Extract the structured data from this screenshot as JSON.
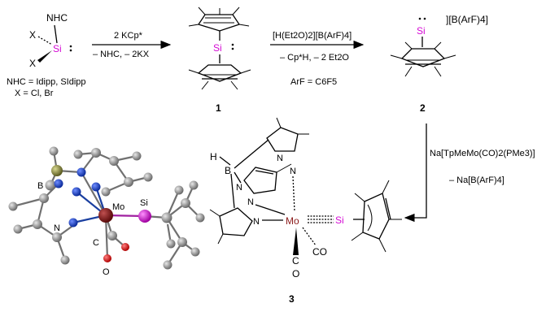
{
  "reactant": {
    "nhc": "NHC",
    "x_top": "X",
    "x_bottom": "X",
    "si": "Si",
    "legend_line1": "NHC = Idipp, SIdipp",
    "legend_line2": "X = Cl, Br"
  },
  "step1": {
    "reagent": "2 KCp*",
    "byproduct": "– NHC, – 2KX"
  },
  "compound1": {
    "si": "Si",
    "number": "1"
  },
  "step2": {
    "reagent": "[H(Et2O)2][B(ArF)4]",
    "byproduct": "– Cp*H, – 2 Et2O",
    "note": "ArF = C6F5"
  },
  "compound2": {
    "si": "Si",
    "counterion": "][B(ArF)4]",
    "number": "2"
  },
  "step3": {
    "reagent": "Na[TpMeMo(CO)2(PMe3)]",
    "byproduct": "– Na[B(ArF)4]"
  },
  "compound3": {
    "h": "H",
    "b": "B",
    "mo": "Mo",
    "si": "Si",
    "co_left_c": "C",
    "co_left_o": "O",
    "co_right": "CO",
    "number": "3"
  },
  "xray": {
    "b": "B",
    "n": "N",
    "mo": "Mo",
    "si": "Si",
    "c": "C",
    "o": "O"
  },
  "colors": {
    "si": "#d40ad4",
    "mo": "#8b1a1a",
    "n_atom": "#1a3fa0",
    "o_atom": "#e00000",
    "c_atom": "#8a8a8a",
    "b_atom": "#7a7a3a"
  }
}
